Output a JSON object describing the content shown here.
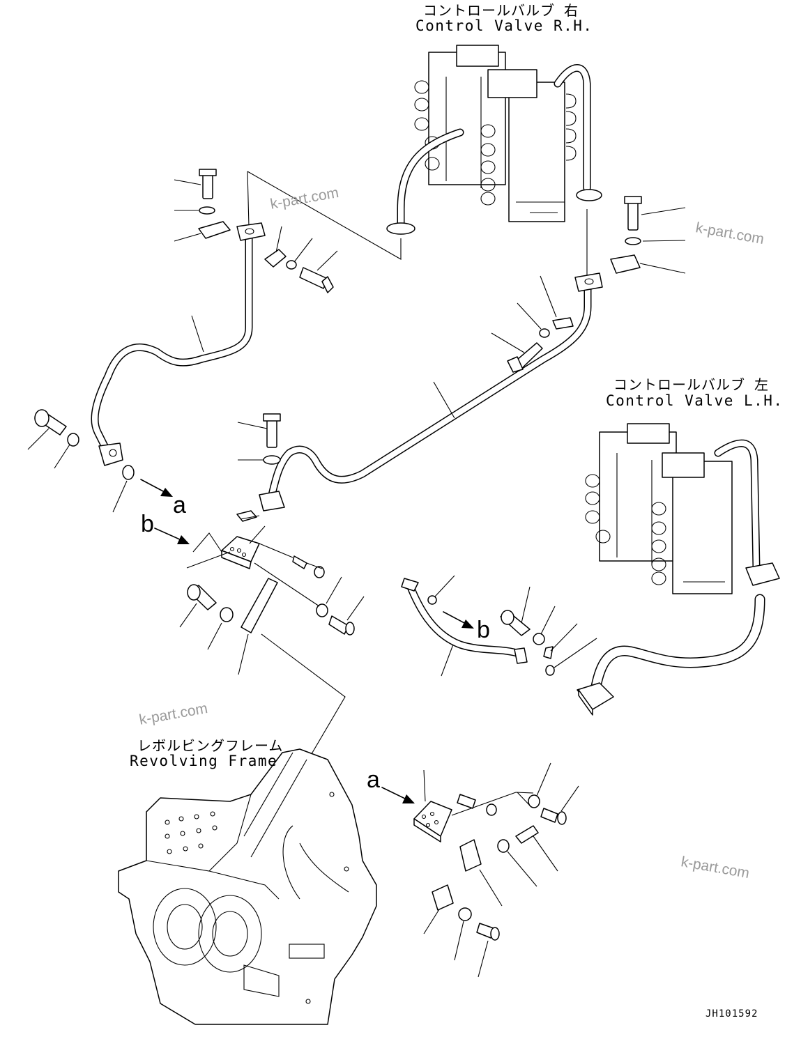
{
  "labels": {
    "cv_rh_jp": "コントロールバルブ 右",
    "cv_rh_en": "Control Valve R.H.",
    "cv_lh_jp": "コントロールバルブ 左",
    "cv_lh_en": "Control Valve L.H.",
    "frame_jp": "レボルビングフレーム",
    "frame_en": "Revolving Frame"
  },
  "watermarks": [
    "k-part.com",
    "k-part.com",
    "k-part.com",
    "k-part.com"
  ],
  "references": {
    "a_upper": "a",
    "b_upper": "b",
    "b_lower": "b",
    "a_lower": "a"
  },
  "drawing_number": "JH101592"
}
